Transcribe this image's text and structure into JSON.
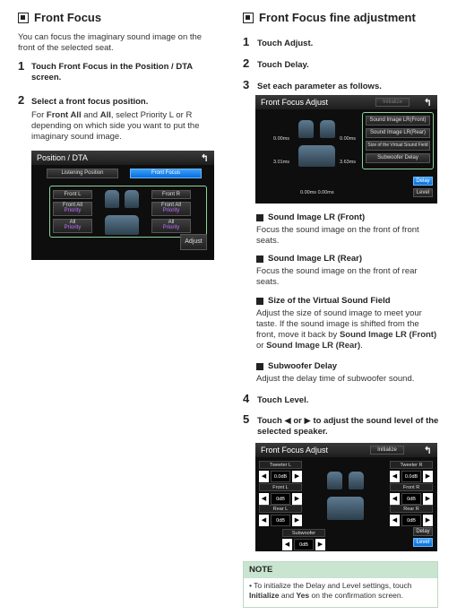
{
  "left": {
    "title": "Front Focus",
    "intro": "You can focus the imaginary sound image on the front of the selected seat.",
    "step1": {
      "num": "1",
      "pre": "Touch ",
      "key": "Front Focus",
      "post": " in the Position / DTA screen."
    },
    "step2": {
      "num": "2",
      "text": "Select a front focus position.",
      "desc_pre": "For ",
      "desc_k1": "Front All",
      "desc_mid": " and ",
      "desc_k2": "All",
      "desc_post": ", select Priority L or R depending on which side you want to put the imaginary sound image."
    },
    "screen": {
      "title": "Position / DTA",
      "btn_listening": "Listening Position",
      "btn_front_focus": "Front Focus",
      "front_l": "Front L",
      "front_r": "Front R",
      "front_all_l": "Front All",
      "front_all_r": "Front All",
      "all_l": "All",
      "all_r": "All",
      "priority": "Priority",
      "adjust": "Adjust",
      "back": "↰"
    }
  },
  "right": {
    "title": "Front Focus fine adjustment",
    "step1": {
      "num": "1",
      "pre": "Touch ",
      "key": "Adjust",
      "post": "."
    },
    "step2": {
      "num": "2",
      "pre": "Touch ",
      "key": "Delay",
      "post": "."
    },
    "step3": {
      "num": "3",
      "text": "Set each parameter as follows."
    },
    "screen1": {
      "title": "Front Focus Adjust",
      "initialize": "Initialize",
      "back": "↰",
      "items": [
        "Sound Image LR(Front)",
        "Sound Image LR(Rear)",
        "Size of the Virtual Sound Field",
        "Subwoofer Delay"
      ],
      "val_fl": "0.00ms",
      "val_fr": "0.00ms",
      "val_rl": "3.01ms",
      "val_rr": "3.63ms",
      "val_sub": "0.00ms  0.00ms",
      "delay": "Delay",
      "level": "Level"
    },
    "params": [
      {
        "head": "Sound Image LR (Front)",
        "body": "Focus the sound image on the front of front seats."
      },
      {
        "head": "Sound Image LR (Rear)",
        "body": "Focus the sound image on the front of rear seats."
      },
      {
        "head": "Size of the Virtual Sound Field",
        "body_pre": "Adjust the size of sound image to meet your taste. If the sound image is shifted from the front, move it back by ",
        "k1": "Sound Image LR (Front)",
        "mid": " or ",
        "k2": "Sound Image LR (Rear)",
        "post": "."
      },
      {
        "head": "Subwoofer Delay",
        "body": "Adjust the delay time of subwoofer sound."
      }
    ],
    "step4": {
      "num": "4",
      "pre": "Touch ",
      "key": "Level",
      "post": "."
    },
    "step5": {
      "num": "5",
      "text": "Touch ◀ or ▶ to adjust the sound level of the selected speaker."
    },
    "screen2": {
      "title": "Front Focus Adjust",
      "initialize": "Initialize",
      "back": "↰",
      "tweeter_l": "Tweeter L",
      "tweeter_r": "Tweeter R",
      "front_l": "Front L",
      "front_r": "Front R",
      "rear_l": "Rear L",
      "rear_r": "Rear R",
      "subwoofer": "Subwoofer",
      "v_tw_l": "0.0dB",
      "v_tw_r": "0.0dB",
      "v_fl": "0dB",
      "v_fr": "0dB",
      "v_rl": "0dB",
      "v_rr": "0dB",
      "v_sub": "0dB",
      "delay": "Delay",
      "level": "Level",
      "left_arrow": "◀",
      "right_arrow": "▶"
    },
    "note": {
      "head": "NOTE",
      "pre": "• To initialize the Delay and Level settings, touch ",
      "k1": "Initialize",
      "mid": " and ",
      "k2": "Yes",
      "post": " on the confirmation screen."
    }
  }
}
